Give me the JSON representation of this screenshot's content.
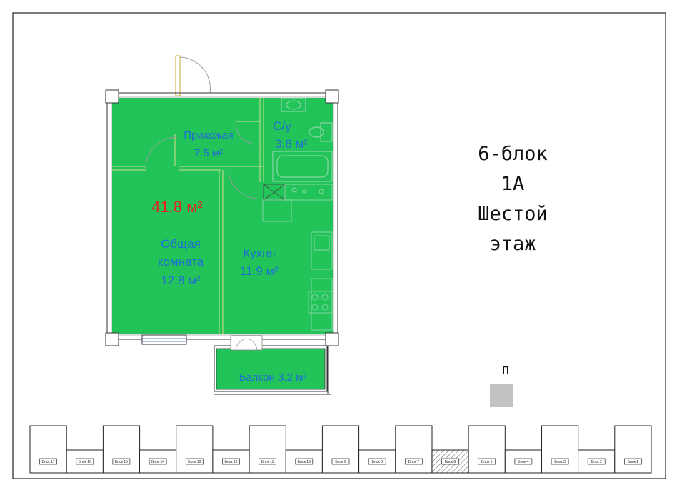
{
  "plan": {
    "total_area": "41.8 м²",
    "rooms": [
      {
        "name": "Прихожая",
        "area": "7.5 м²"
      },
      {
        "name": "С/у",
        "area": "3.8 м²"
      },
      {
        "name": "Общая",
        "name2": "комната",
        "area": "12.8 м²"
      },
      {
        "name": "Кухня",
        "area": "11.9 м²"
      },
      {
        "name": "Балкон 3.2 м²"
      }
    ],
    "fill_color": "#22c45a"
  },
  "caption": {
    "line1": "6-блок",
    "line2": "1А",
    "line3": "Шестой",
    "line4": "этаж"
  },
  "legend_symbol": "П",
  "key_plan": {
    "blocks": [
      "Блок 17",
      "Блок 16",
      "Блок 15",
      "Блок 14",
      "Блок 13",
      "Блок 12",
      "Блок 11",
      "Блок 10",
      "Блок 9",
      "Блок 8",
      "Блок 7",
      "Блок 6",
      "Блок 5",
      "Блок 4",
      "Блок 3",
      "Блок 2",
      "Блок 1"
    ],
    "current_block": "Блок 6"
  }
}
